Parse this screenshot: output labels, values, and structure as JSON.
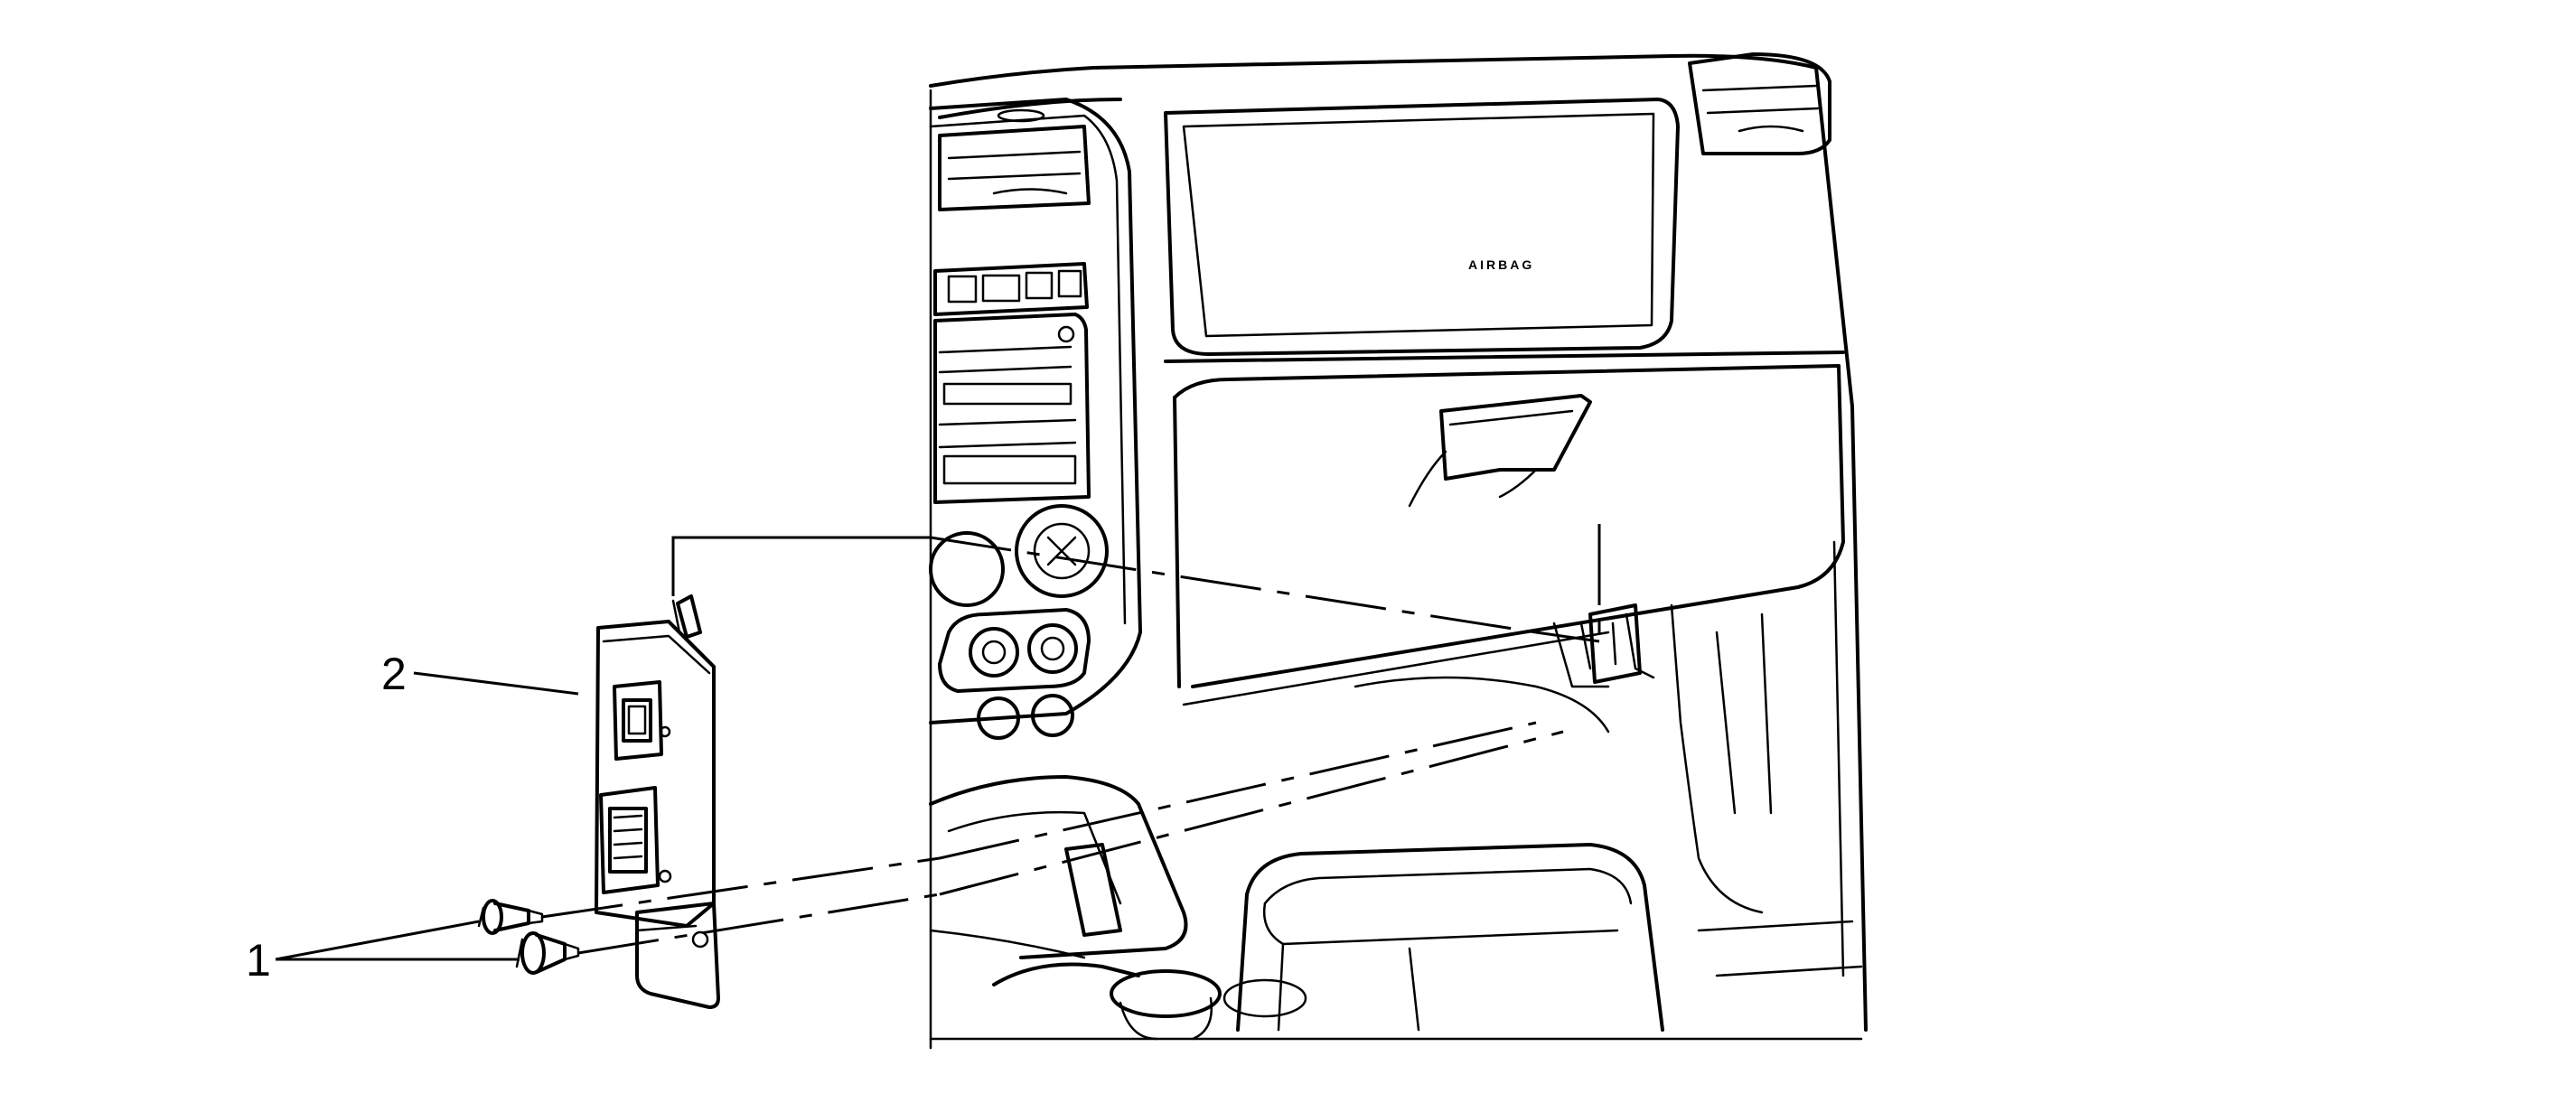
{
  "callouts": {
    "fasteners": "1",
    "module": "2"
  },
  "dashboard": {
    "airbag_label": "AIRBAG"
  }
}
